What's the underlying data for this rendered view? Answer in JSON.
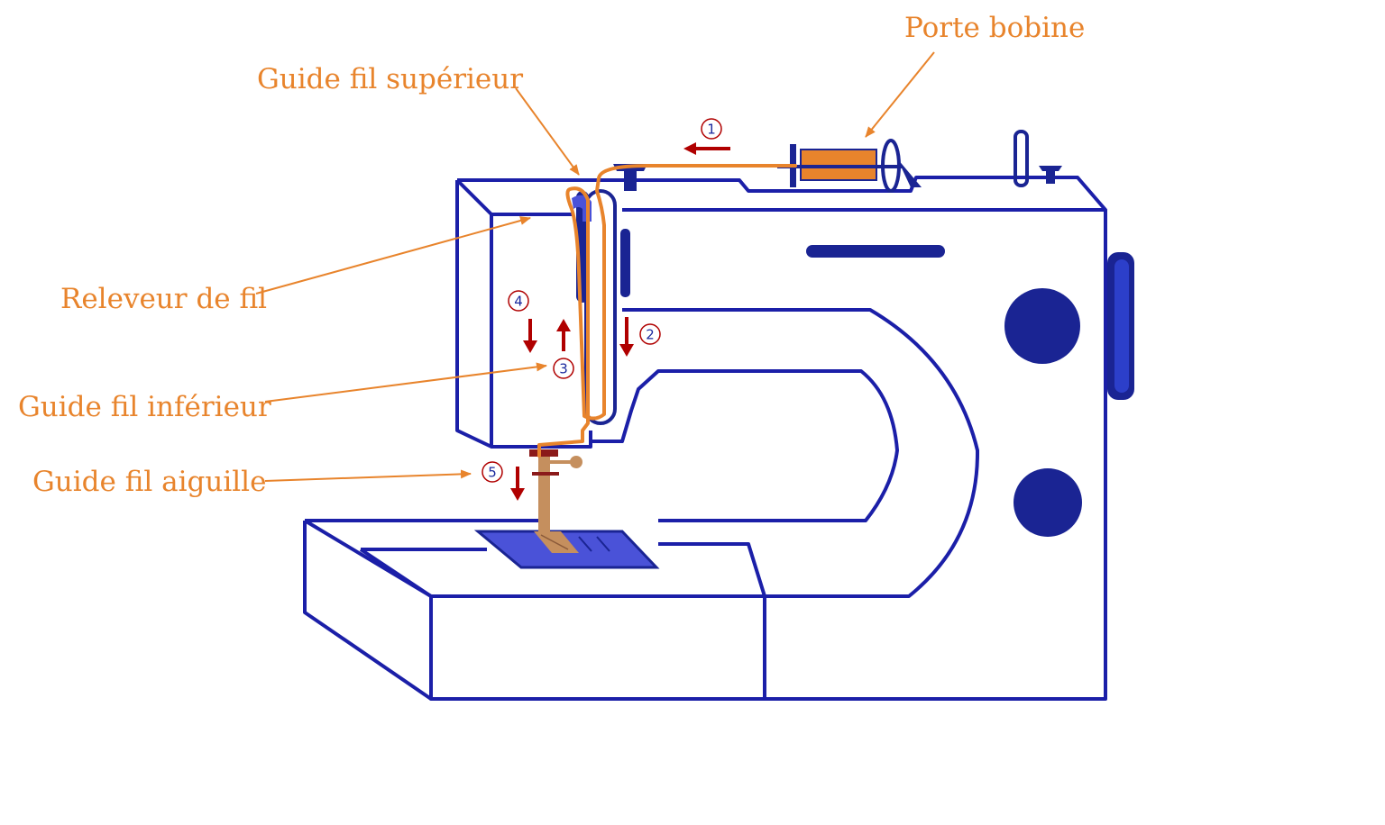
{
  "labels": {
    "porte_bobine": "Porte bobine",
    "guide_fil_superieur": "Guide fil supérieur",
    "releveur_de_fil": "Releveur de fil",
    "guide_fil_inferieur": "Guide fil inférieur",
    "guide_fil_aiguille": "Guide fil aiguille"
  },
  "steps": {
    "s1": "1",
    "s2": "2",
    "s3": "3",
    "s4": "4",
    "s5": "5"
  },
  "colors": {
    "machine_outline": "#1B1FA8",
    "machine_fill": "#1A2493",
    "plate_fill": "#4A52D8",
    "thread": "#E8842C",
    "spool": "#E8842C",
    "arrow": "#B00000",
    "label": "#E8842C",
    "step_number": "#1B2A9E",
    "presser_foot": "#C58F5E",
    "needle_clamp": "#8B1A1A"
  }
}
